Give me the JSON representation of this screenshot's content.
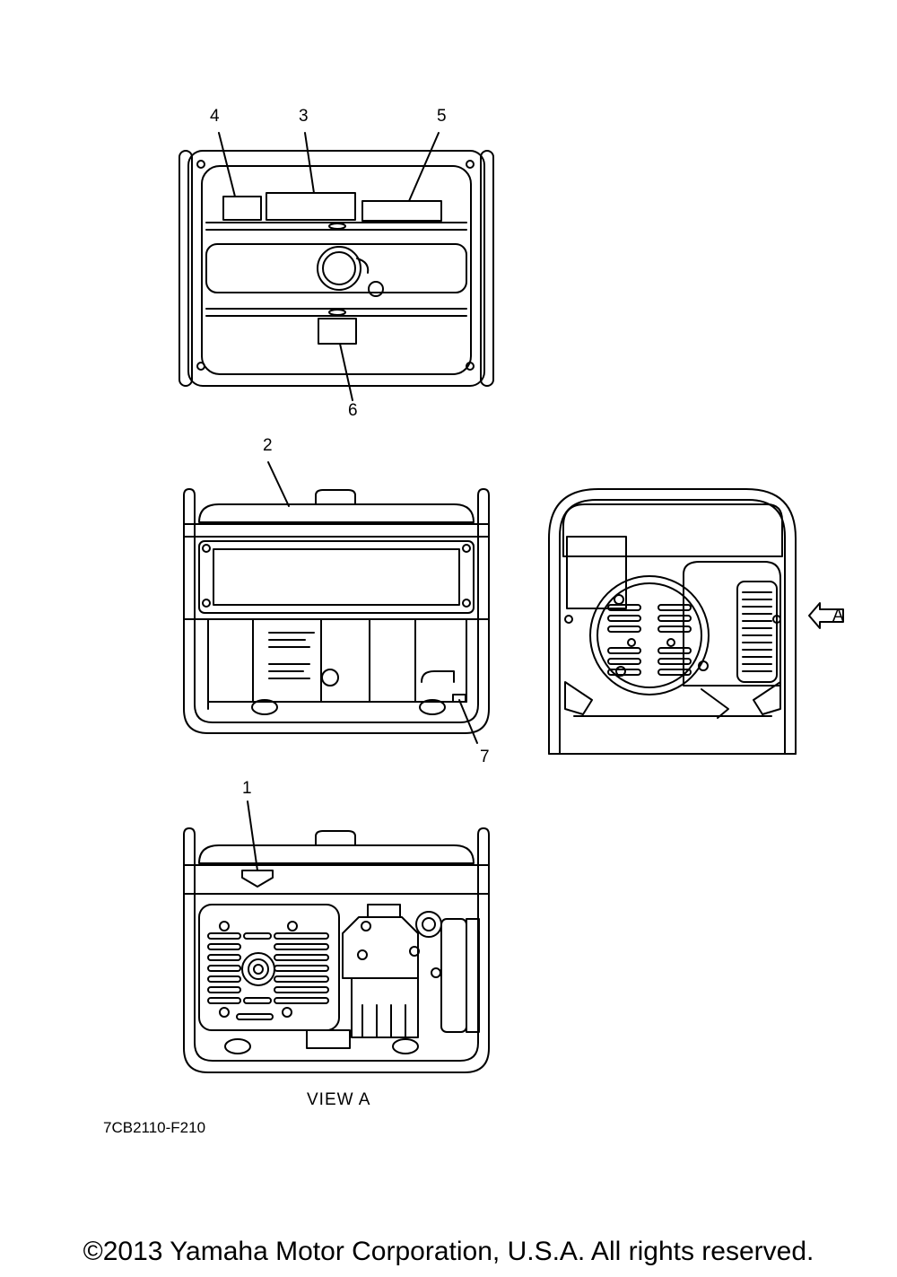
{
  "callouts": {
    "c1": "1",
    "c2": "2",
    "c3": "3",
    "c4": "4",
    "c5": "5",
    "c6": "6",
    "c7": "7",
    "view_arrow": "A"
  },
  "view_label": "VIEW A",
  "figure_code": "7CB2110-F210",
  "copyright": "©2013 Yamaha Motor Corporation, U.S.A. All rights reserved."
}
